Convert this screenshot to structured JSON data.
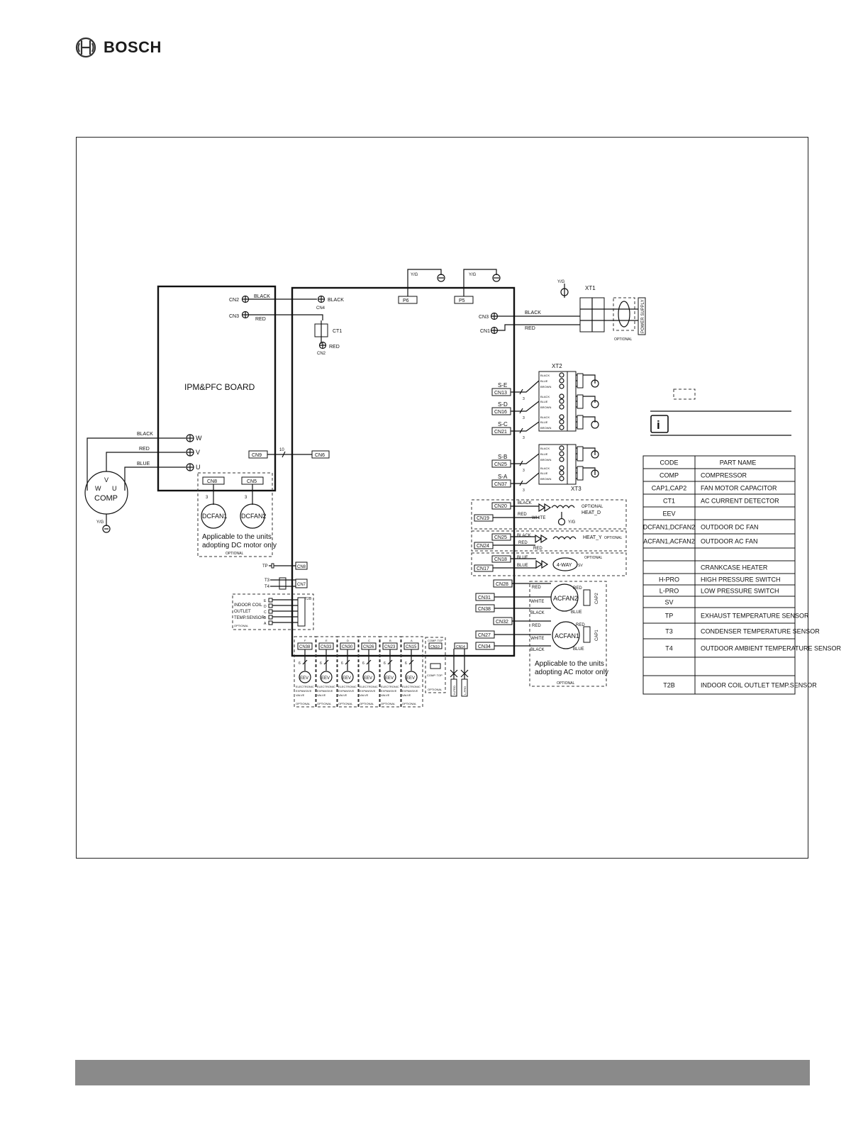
{
  "header": {
    "brand": "BOSCH"
  },
  "boards": {
    "ipm_pfc": "IPM&PFC BOARD"
  },
  "compressor": {
    "label": "COMP",
    "w": "W",
    "v": "V",
    "u": "U",
    "yg": "Y/G"
  },
  "ipm_terminals": {
    "w": "W",
    "v": "V",
    "u": "U",
    "black": "BLACK",
    "red": "RED",
    "blue": "BLUE"
  },
  "ipm_connectors": {
    "cn2": "CN2",
    "cn3": "CN3",
    "cn8": "CN8",
    "cn5": "CN5",
    "cn9": "CN9",
    "wire_count_10": "10",
    "three_a": "3",
    "three_b": "3"
  },
  "main_top": {
    "black": "BLACK",
    "red_ipm": "RED",
    "cn4": "CN4",
    "ct1": "CT1",
    "red_ct": "RED",
    "cn2": "CN2",
    "cn6": "CN6",
    "p6": "P6",
    "p5": "P5",
    "yg1": "Y/G",
    "yg2": "Y/G"
  },
  "dc_fans": {
    "dcfan1": "DCFAN1",
    "dcfan2": "DCFAN2",
    "note_line1": "Applicable to the units",
    "note_line2": "adopting DC  motor only",
    "optional": "OPTIONAL"
  },
  "power": {
    "cn3": "CN3",
    "cn1": "CN1",
    "black": "BLACK",
    "red": "RED",
    "xt1": "XT1",
    "yg": "Y/G",
    "supply": "POWER SUPPLY",
    "optional": "OPTIONAL"
  },
  "xt2_group": {
    "xt2": "XT2",
    "xt3": "XT3",
    "rows": [
      {
        "label": "S-E",
        "cn": "CN13"
      },
      {
        "label": "S-D",
        "cn": "CN16"
      },
      {
        "label": "S-C",
        "cn": "CN21"
      },
      {
        "label": "S-B",
        "cn": "CN25"
      },
      {
        "label": "S-A",
        "cn": "CN37"
      }
    ],
    "wire_colors": [
      "BLACK",
      "BLUE",
      "BROWN"
    ],
    "three": "3"
  },
  "heaters": {
    "cn20": "CN20",
    "cn19": "CN19",
    "black": "BLACK",
    "red": "RED",
    "white": "WHITE",
    "optional": "OPTIONAL",
    "heat_d": "HEAT_D",
    "yg": "Y/G",
    "cn25": "CN25",
    "cn24": "CN24",
    "black2": "BLACK",
    "red2": "RED",
    "red3": "RED",
    "heat_y": "HEAT_Y",
    "optional2": "OPTIONAL"
  },
  "four_way": {
    "cn18": "CN18",
    "cn17": "CN17",
    "blue1": "BLUE",
    "blue2": "BLUE",
    "label": "4-WAY",
    "sv": "SV",
    "optional": "OPTIONAL"
  },
  "ac_fans": {
    "cn28": "CN28",
    "cn31": "CN31",
    "cn38": "CN38",
    "cn32": "CN32",
    "cn27": "CN27",
    "cn34": "CN34",
    "acfan1": "ACFAN1",
    "acfan2": "ACFAN2",
    "cap1": "CAP1",
    "cap2": "CAP2",
    "red": "RED",
    "white": "WHITE",
    "black": "BLACK",
    "blue": "BLUE",
    "note_line1": "Applicable to the units",
    "note_line2": "adopting AC  motor only",
    "optional": "OPTIONAL"
  },
  "sensors": {
    "tp": "TP",
    "t3": "T3",
    "t4": "T4",
    "cn8": "CN8",
    "cn7": "CN7",
    "t2b": "T2B",
    "indoor_line1": "INDOOR COIL",
    "indoor_line2": "OUTLET",
    "indoor_line3": "TEMP.SENSOR",
    "optional": "OPTIONAL",
    "pins": [
      "E",
      "D",
      "C",
      "B",
      "A"
    ]
  },
  "eev": {
    "connectors": [
      "CN38",
      "CN33",
      "CN30",
      "CN26",
      "CN23",
      "CN15"
    ],
    "letters": [
      "F",
      "E",
      "D",
      "C",
      "B",
      "A"
    ],
    "labels": [
      "EEV",
      "EEV",
      "EEV",
      "EEV",
      "EEV",
      "EEV"
    ],
    "six": "6",
    "caption": [
      "ELECTRONIC",
      "EXPANSIVE",
      "VALVE"
    ],
    "optional": "OPTIONAL",
    "cn10": "CN10",
    "comp_top": "COMP. TOP",
    "cn14": "CN14",
    "hpro": "H-PRO",
    "lpro": "L-PRO"
  },
  "legend": {
    "optional_meaning": "",
    "info_text": ""
  },
  "parts_table": {
    "header": [
      "CODE",
      "PART NAME"
    ],
    "rows": [
      [
        "COMP",
        "COMPRESSOR"
      ],
      [
        "CAP1,CAP2",
        "FAN MOTOR CAPACITOR"
      ],
      [
        "CT1",
        "AC CURRENT DETECTOR"
      ],
      [
        "EEV",
        ""
      ],
      [
        "DCFAN1,DCFAN2",
        "OUTDOOR DC FAN"
      ],
      [
        "ACFAN1,ACFAN2",
        "OUTDOOR AC FAN"
      ],
      [
        "",
        ""
      ],
      [
        "",
        "CRANKCASE HEATER"
      ],
      [
        "H-PRO",
        "HIGH PRESSURE SWITCH"
      ],
      [
        "L-PRO",
        "LOW PRESSURE SWITCH"
      ],
      [
        "SV",
        ""
      ],
      [
        "TP",
        "EXHAUST TEMPERATURE SENSOR"
      ],
      [
        "T3",
        "CONDENSER TEMPERATURE SENSOR"
      ],
      [
        "T4",
        "OUTDOOR AMBIENT TEMPERATURE SENSOR"
      ],
      [
        "",
        ""
      ],
      [
        "T2B",
        "INDOOR COIL OUTLET TEMP.SENSOR"
      ]
    ]
  }
}
